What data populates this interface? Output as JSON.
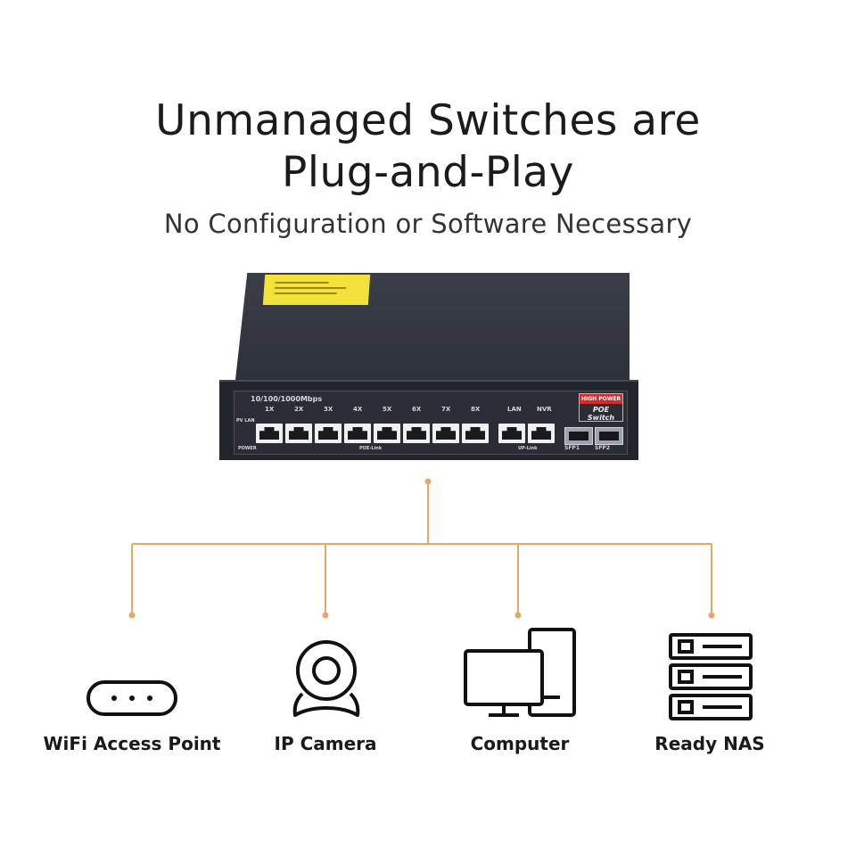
{
  "header": {
    "title_line1": "Unmanaged Switches are",
    "title_line2": "Plug-and-Play",
    "subtitle": "No Configuration or Software Necessary"
  },
  "switch": {
    "speed_label": "10/100/1000Mbps",
    "port_labels": [
      "1X",
      "2X",
      "3X",
      "4X",
      "5X",
      "6X",
      "7X",
      "8X"
    ],
    "uplink_labels": [
      "LAN",
      "NVR"
    ],
    "sfp_labels": [
      "SFP1",
      "SFP2"
    ],
    "badge_top": "HIGH POWER",
    "badge_text": "POE Switch",
    "power_label": "POWER",
    "poe_link_label": "POE-Link",
    "up_link_label": "UP-Link",
    "mode_label": "PV  LAN"
  },
  "devices": [
    {
      "label": "WiFi Access Point",
      "icon": "wifi-access-point-icon"
    },
    {
      "label": "IP Camera",
      "icon": "ip-camera-icon"
    },
    {
      "label": "Computer",
      "icon": "computer-icon"
    },
    {
      "label": "Ready NAS",
      "icon": "nas-server-icon"
    }
  ],
  "colors": {
    "connector": "#e3a96a",
    "background": "#ffffff",
    "text": "#1a1a1a",
    "switch_body": "#2e3139",
    "sticker": "#f2e23a",
    "badge_red": "#d52a2a"
  }
}
